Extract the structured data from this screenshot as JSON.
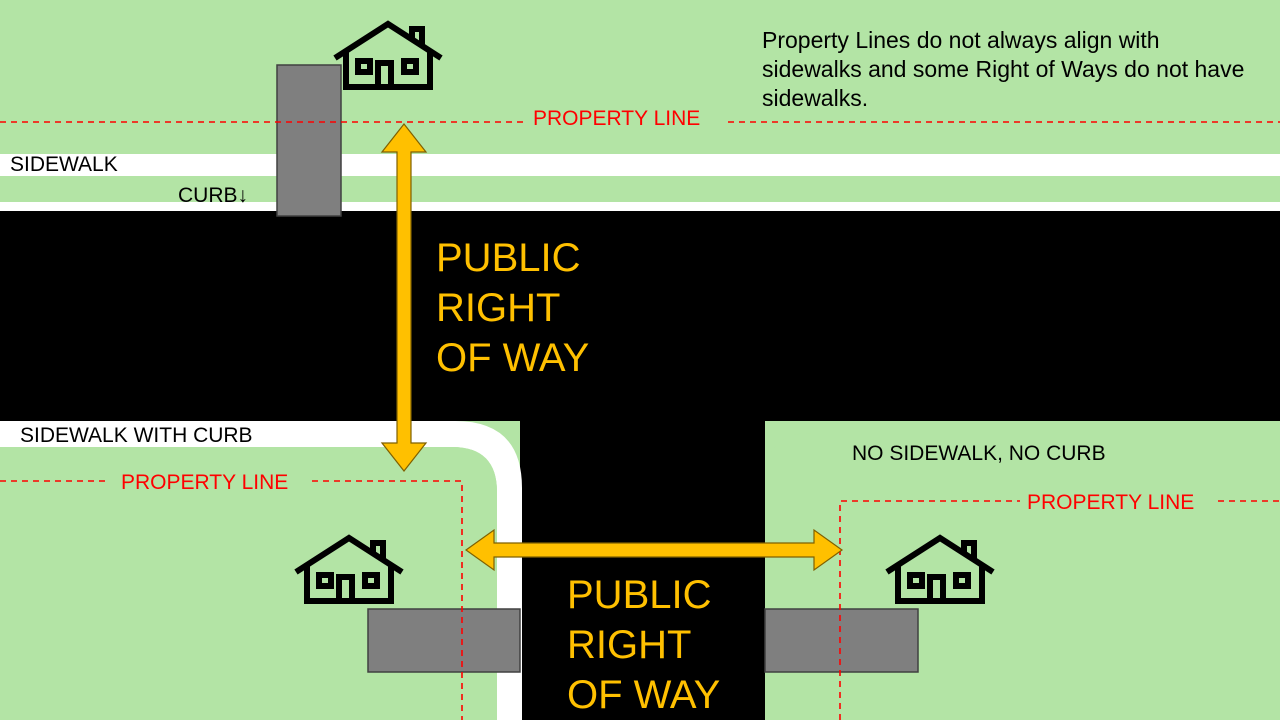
{
  "colors": {
    "grass": "#b3e4a5",
    "road": "#000000",
    "sidewalk": "#ffffff",
    "driveway": "#7f7f7f",
    "property_line": "#ff0000",
    "arrow": "#ffc000"
  },
  "labels": {
    "sidewalk": "SIDEWALK",
    "curb": "CURB↓",
    "sidewalk_with_curb": "SIDEWALK WITH CURB",
    "no_sidewalk_no_curb": "NO SIDEWALK, NO CURB",
    "property_line_top": "PROPERTY LINE",
    "property_line_left": "PROPERTY LINE",
    "property_line_right": "PROPERTY LINE",
    "row_top_line1": "PUBLIC",
    "row_top_line2": "RIGHT",
    "row_top_line3": "OF WAY",
    "row_bottom_line1": "PUBLIC",
    "row_bottom_line2": "RIGHT",
    "row_bottom_line3": "OF WAY"
  },
  "note": "Property Lines do not always align with sidewalks and some Right of Ways do not have sidewalks.",
  "icons": [
    "house-icon",
    "house-icon",
    "house-icon"
  ]
}
